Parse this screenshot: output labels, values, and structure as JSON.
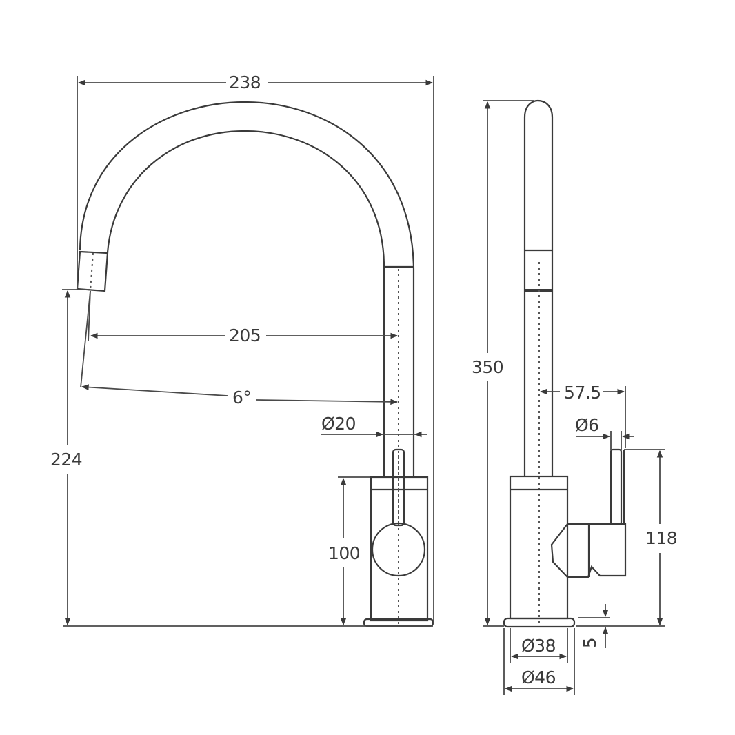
{
  "drawing": {
    "title": "Kitchen mixer tap dimension drawing",
    "units": "mm",
    "line_color": "#3a3a3a",
    "front_view": {
      "overall_width": "238",
      "spout_reach": "205",
      "spout_angle": "6°",
      "spout_diameter": "Ø20",
      "spout_outlet_height": "224",
      "body_height": "100"
    },
    "side_view": {
      "overall_height": "350",
      "handle_offset": "57.5",
      "handle_diameter": "Ø6",
      "handle_height": "118",
      "base_thickness": "5",
      "body_diameter": "Ø38",
      "base_diameter": "Ø46"
    }
  }
}
